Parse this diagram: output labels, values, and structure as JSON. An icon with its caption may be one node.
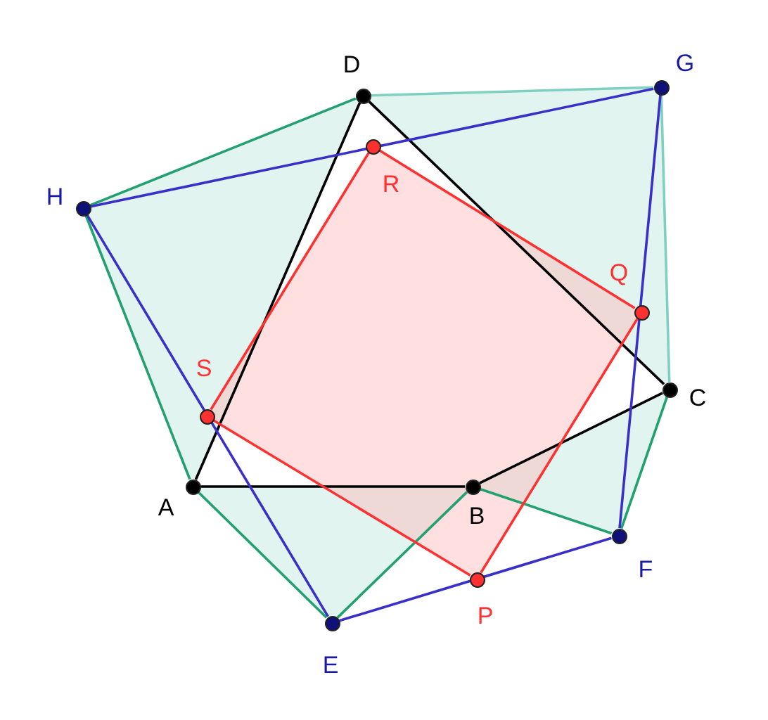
{
  "diagram": {
    "nodes": [
      {
        "text": [],
        "shape": "circle",
        "beside": [
          "D"
        ]
      },
      {
        "text": [],
        "shape": "circle",
        "beside": [
          "G"
        ]
      },
      {
        "text": [],
        "shape": "circle",
        "beside": [
          "H"
        ]
      },
      {
        "text": [],
        "shape": "circle",
        "beside": [
          "R"
        ]
      },
      {
        "text": [],
        "shape": "circle",
        "beside": [
          "Q"
        ]
      },
      {
        "text": [],
        "shape": "circle",
        "beside": [
          "S"
        ]
      },
      {
        "text": [],
        "shape": "circle",
        "beside": [
          "C"
        ]
      },
      {
        "text": [],
        "shape": "circle",
        "beside": [
          "A"
        ]
      },
      {
        "text": [],
        "shape": "circle",
        "beside": [
          "B"
        ]
      },
      {
        "text": [],
        "shape": "circle",
        "beside": [
          "F"
        ]
      },
      {
        "text": [],
        "shape": "circle",
        "beside": [
          "P"
        ]
      },
      {
        "text": [],
        "shape": "circle",
        "beside": [
          "E"
        ]
      }
    ],
    "edges": [
      {
        "from": 0,
        "to": 7,
        "arrow": "none",
        "color": "#000000"
      },
      {
        "from": 7,
        "to": 8,
        "arrow": "none",
        "color": "#000000"
      },
      {
        "from": 8,
        "to": 6,
        "arrow": "none",
        "color": "#000000"
      },
      {
        "from": 6,
        "to": 0,
        "arrow": "none",
        "color": "#000000"
      },
      {
        "from": 2,
        "to": 0,
        "arrow": "none"
      },
      {
        "from": 2,
        "to": 7,
        "arrow": "none"
      },
      {
        "from": 0,
        "to": 1,
        "arrow": "none",
        "color": "#7fd0c0"
      },
      {
        "from": 1,
        "to": 6,
        "arrow": "none",
        "color": "#7fd0c0"
      },
      {
        "from": 6,
        "to": 9,
        "arrow": "none"
      },
      {
        "from": 9,
        "to": 8,
        "arrow": "none"
      },
      {
        "from": 8,
        "to": 11,
        "arrow": "none"
      },
      {
        "from": 11,
        "to": 7,
        "arrow": "none"
      },
      {
        "from": 2,
        "to": 1,
        "arrow": "none",
        "color": "#3a2fc8"
      },
      {
        "from": 1,
        "to": 9,
        "arrow": "none",
        "color": "#3a2fc8"
      },
      {
        "from": 9,
        "to": 11,
        "arrow": "none",
        "color": "#3a2fc8"
      },
      {
        "from": 11,
        "to": 2,
        "arrow": "none",
        "color": "#3a2fc8"
      },
      {
        "from": 3,
        "to": 4,
        "arrow": "none",
        "color": "#ff3030"
      },
      {
        "from": 4,
        "to": 10,
        "arrow": "none",
        "color": "#ff3030"
      },
      {
        "from": 10,
        "to": 5,
        "arrow": "none",
        "color": "#ff3030"
      },
      {
        "from": 5,
        "to": 3,
        "arrow": "none",
        "color": "#ff3030"
      }
    ]
  }
}
